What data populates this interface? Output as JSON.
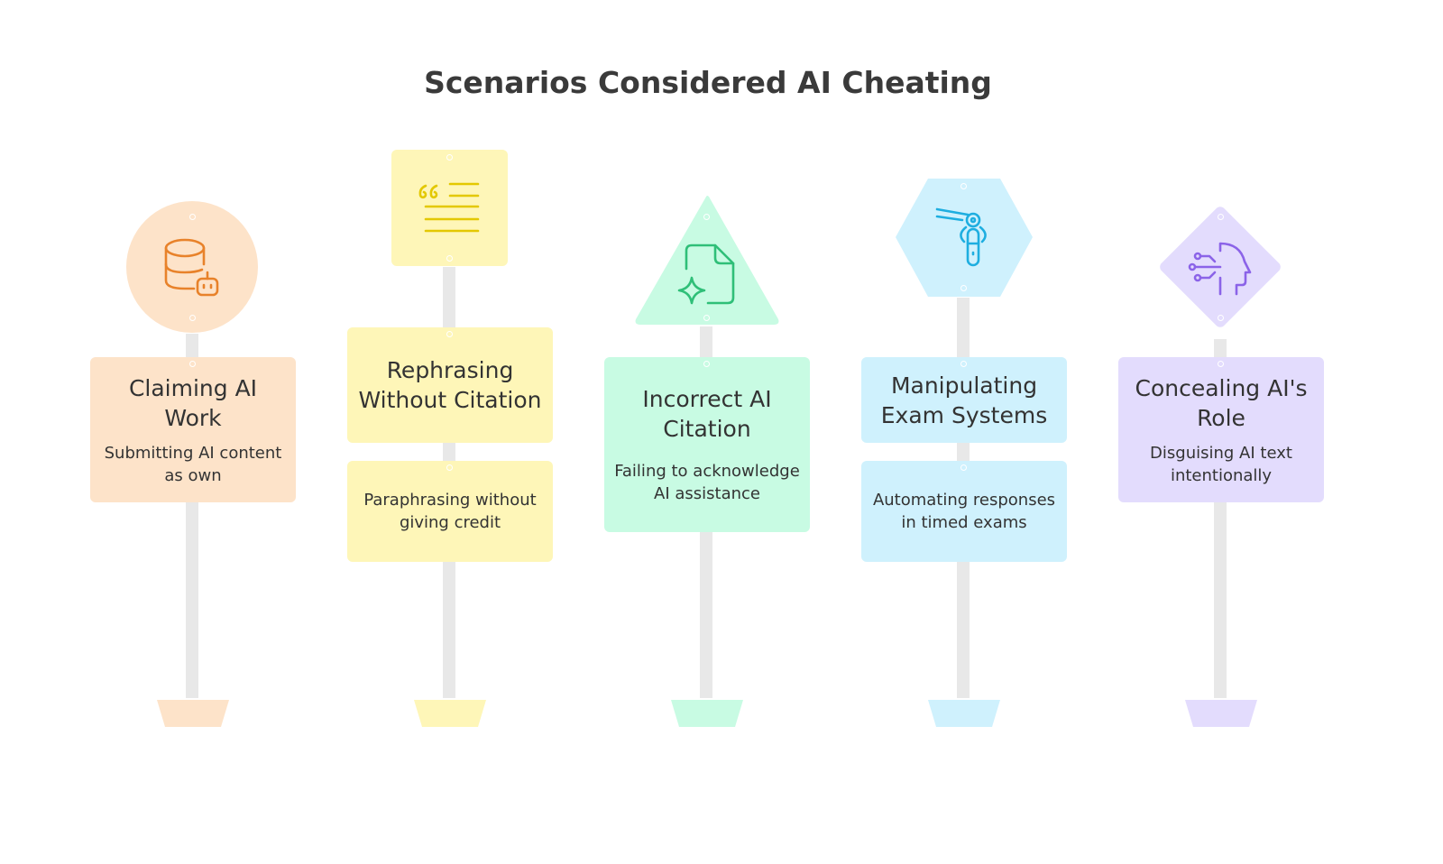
{
  "title": "Scenarios Considered AI Cheating",
  "scenarios": [
    {
      "title": "Claiming AI Work",
      "description": "Submitting AI content as own",
      "icon": "database-robot-icon",
      "fill": "#fde3c9",
      "stroke": "#e8822a"
    },
    {
      "title": "Rephrasing Without Citation",
      "description": "Paraphrasing without giving credit",
      "icon": "quote-text-icon",
      "fill": "#fef6b8",
      "stroke": "#e3c800"
    },
    {
      "title": "Incorrect AI Citation",
      "description": "Failing to acknowledge AI assistance",
      "icon": "file-sparkle-icon",
      "fill": "#c8fbe3",
      "stroke": "#2fbf78"
    },
    {
      "title": "Manipulating Exam Systems",
      "description": "Automating responses in timed exams",
      "icon": "robot-arm-icon",
      "fill": "#cff1fd",
      "stroke": "#1eaee0"
    },
    {
      "title": "Concealing AI's Role",
      "description": "Disguising AI text intentionally",
      "icon": "ai-head-icon",
      "fill": "#e3dcfd",
      "stroke": "#8b63e8"
    }
  ]
}
